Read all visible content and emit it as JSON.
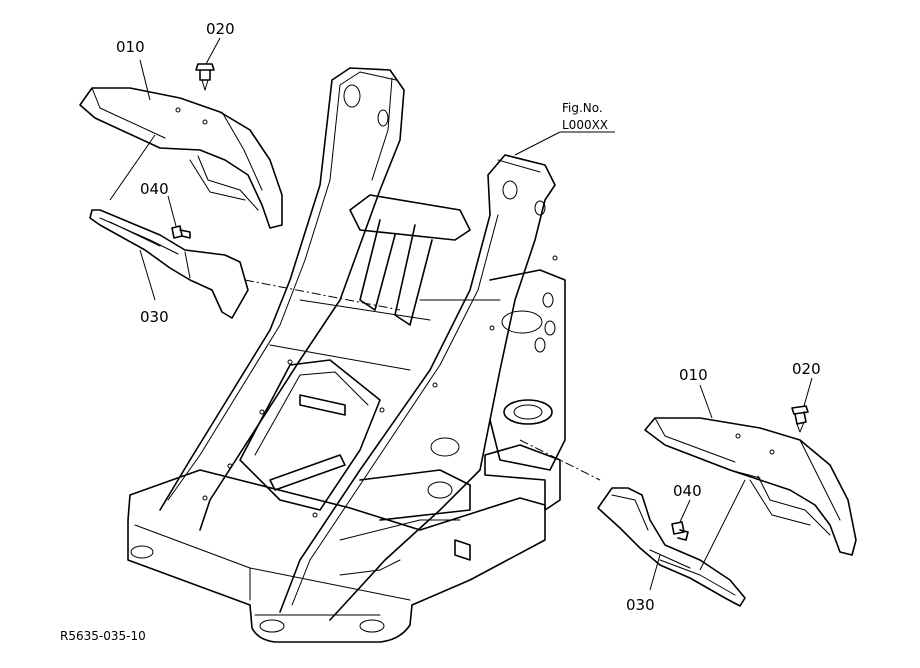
{
  "labels": {
    "fender_left": "010",
    "screw_left": "020",
    "bolt_left": "040",
    "stay_left": "030",
    "fender_right": "010",
    "screw_right": "020",
    "bolt_right": "040",
    "stay_right": "030",
    "fig_no": "Fig.No.",
    "fig_code": "L000XX",
    "drawing_code": "R5635-035-10"
  }
}
